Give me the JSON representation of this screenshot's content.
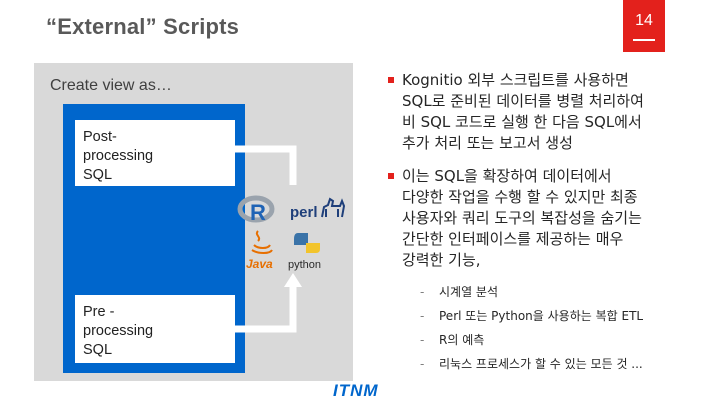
{
  "slide": {
    "title": "“External” Scripts",
    "page_number": "14",
    "accent_color": "#e3211c",
    "brand": "ITNM"
  },
  "diagram": {
    "panel_label": "Create view as…",
    "post_box": [
      "Post-",
      "processing",
      "SQL"
    ],
    "pre_box": [
      "Pre -",
      "processing",
      "SQL"
    ],
    "logos": {
      "r": "R",
      "perl": "perl",
      "java": "Java",
      "python": "python"
    }
  },
  "bullets": [
    {
      "lines": [
        "Kognitio 외부 스크립트를 사용하면",
        "SQL로 준비된 데이터를 병렬 처리하여",
        "비 SQL 코드로 실행 한 다음 SQL에서",
        "추가 처리 또는 보고서 생성"
      ]
    },
    {
      "lines": [
        "이는 SQL을 확장하여 데이터에서",
        "다양한 작업을 수행 할 수 있지만 최종",
        "사용자와 쿼리 도구의 복잡성을 숨기는",
        "간단한 인터페이스를 제공하는 매우",
        "강력한 기능,"
      ],
      "sub": [
        "시계열 분석",
        "Perl 또는 Python을 사용하는 복합 ETL",
        "R의 예측",
        "리눅스 프로세스가 할 수 있는 모든 것 ..."
      ]
    }
  ]
}
